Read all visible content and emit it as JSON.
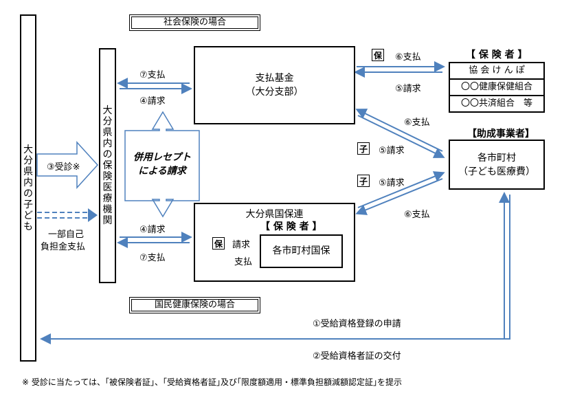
{
  "headers": {
    "social_insurance": "社会保険の場合",
    "national_health": "国民健康保険の場合"
  },
  "nodes": {
    "child": "大分県内の子ども",
    "medical_institution": "大分県内の保険医療機関",
    "fund": {
      "line1": "支払基金",
      "line2": "（大分支部）"
    },
    "kokuho_federation": "大分県国保連",
    "insurer_group_label": "【 保 険 者 】",
    "insurers": [
      "協 会 け ん ぽ",
      "〇〇健康保健組合",
      "〇〇共済組合　等"
    ],
    "municipal_insurer_label": "【 保 険 者 】",
    "municipal_kokuho": "各市町村国保",
    "subsidy_label": "【助成事業者】",
    "municipality": {
      "line1": "各市町村",
      "line2": "（子ども医療費）"
    }
  },
  "combined_receipt": {
    "line1": "併用レセプト",
    "line2": "による請求"
  },
  "flows": {
    "consult": "③受診※",
    "copay_line1": "一部自己",
    "copay_line2": "負担金支払",
    "pay7_top": "⑦支払",
    "claim4_top": "④請求",
    "claim4_bottom": "④請求",
    "pay7_bottom": "⑦支払",
    "pay6_insurer": "⑥支払",
    "claim5_insurer": "⑤請求",
    "pay6_municipality_top": "⑥支払",
    "claim5_municipality_top": "⑤請求",
    "claim5_municipality_bottom": "⑤請求",
    "pay6_municipality_bottom": "⑥支払",
    "inner_claim": "請求",
    "inner_pay": "支払",
    "apply1": "①受給資格登録の申請",
    "issue2": "②受給資格者証の交付"
  },
  "tags": {
    "ho": "保",
    "ko": "子"
  },
  "footnote": "※ 受診に当たっては、｢被保険者証｣、｢受給資格者証｣及び｢限度額適用・標準負担額減額認定証｣を提示",
  "colors": {
    "arrow": "#4f81bd",
    "line": "#000000"
  },
  "icons": {
    "arrow_fill": "hollow-arrow-icon"
  }
}
